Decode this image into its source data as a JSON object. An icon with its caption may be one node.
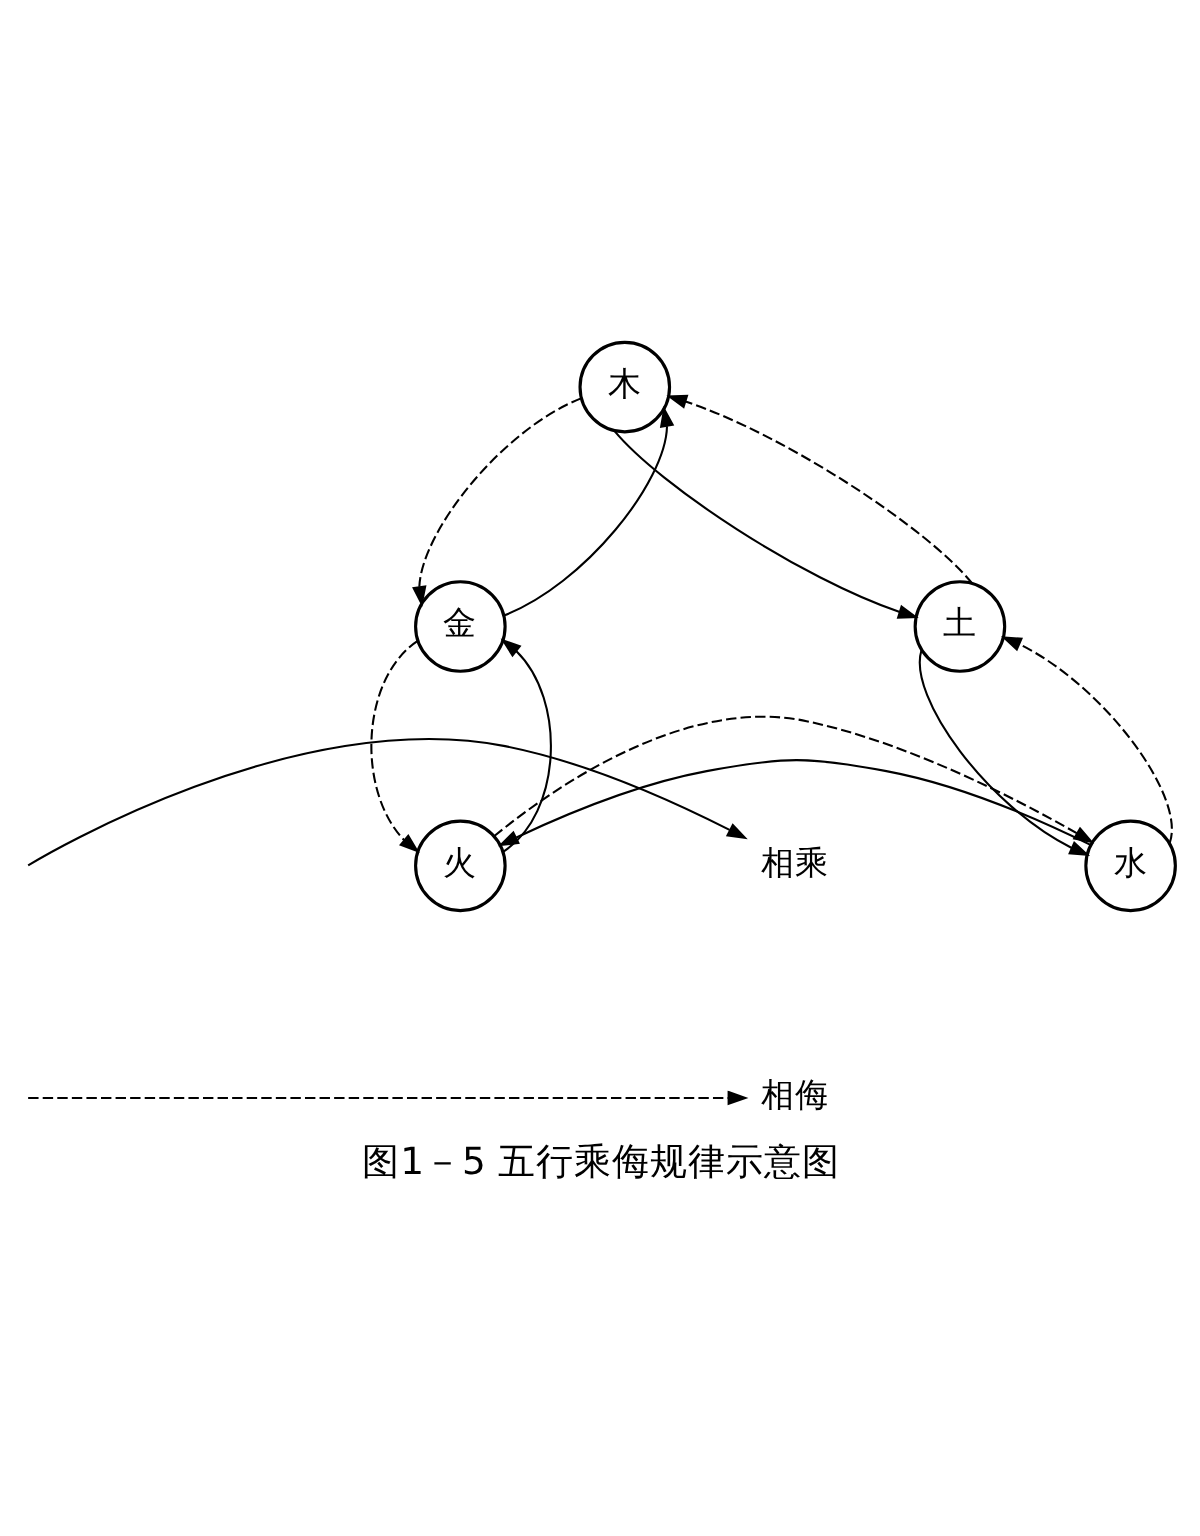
{
  "diagram": {
    "caption": "图1－5 五行乘侮规律示意图",
    "nodes": [
      {
        "text": [
          "木"
        ]
      },
      {
        "text": [
          "水"
        ]
      },
      {
        "text": [
          "火"
        ]
      },
      {
        "text": [
          "金"
        ]
      },
      {
        "text": [
          "土"
        ]
      }
    ],
    "edges": [
      {
        "from": 0,
        "to": 4,
        "arrow": "to"
      },
      {
        "from": 4,
        "to": 0,
        "arrow": "to",
        "style": "dashed"
      },
      {
        "from": 1,
        "to": 2,
        "arrow": "to"
      },
      {
        "from": 2,
        "to": 1,
        "arrow": "to",
        "style": "dashed"
      },
      {
        "from": 3,
        "to": 0,
        "arrow": "to"
      },
      {
        "from": 0,
        "to": 3,
        "arrow": "to",
        "style": "dashed"
      },
      {
        "from": 4,
        "to": 1,
        "arrow": "to"
      },
      {
        "from": 1,
        "to": 4,
        "arrow": "to",
        "style": "dashed"
      },
      {
        "from": 2,
        "to": 3,
        "arrow": "to"
      },
      {
        "from": 3,
        "to": 2,
        "arrow": "to",
        "style": "dashed"
      }
    ],
    "legend": [
      {
        "text": "相乘"
      },
      {
        "text": "相侮"
      }
    ]
  }
}
